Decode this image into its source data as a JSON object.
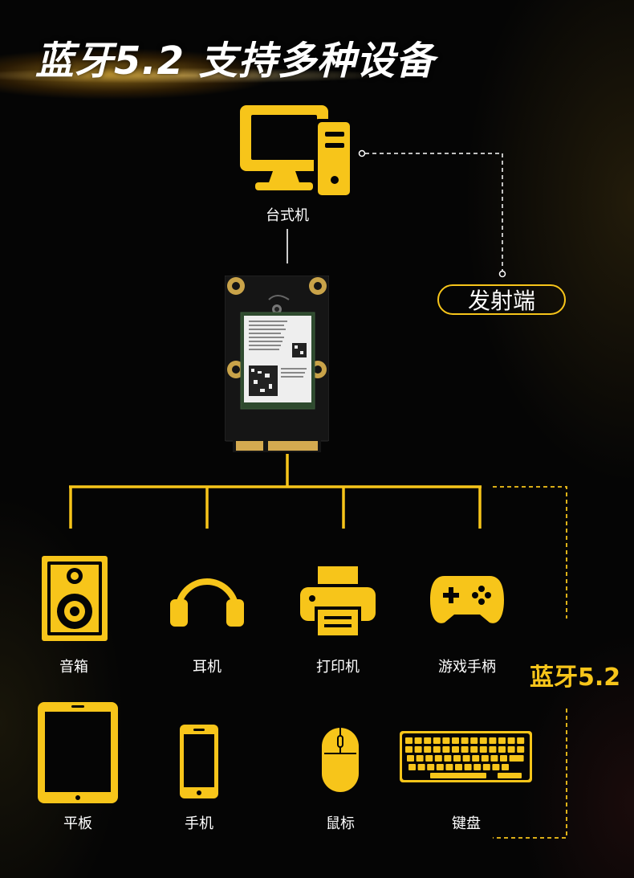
{
  "title": "蓝牙5.2 支持多种设备",
  "desktop_label": "台式机",
  "sender_label": "发射端",
  "bluetooth_label": "蓝牙5.2",
  "devices": [
    {
      "label": "音箱",
      "icon": "speaker-icon"
    },
    {
      "label": "耳机",
      "icon": "headphones-icon"
    },
    {
      "label": "打印机",
      "icon": "printer-icon"
    },
    {
      "label": "游戏手柄",
      "icon": "gamepad-icon"
    },
    {
      "label": "平板",
      "icon": "tablet-icon"
    },
    {
      "label": "手机",
      "icon": "phone-icon"
    },
    {
      "label": "鼠标",
      "icon": "mouse-icon"
    },
    {
      "label": "键盘",
      "icon": "keyboard-icon"
    }
  ],
  "colors": {
    "accent": "#F7C51A",
    "background": "#050505",
    "text": "#ffffff"
  }
}
